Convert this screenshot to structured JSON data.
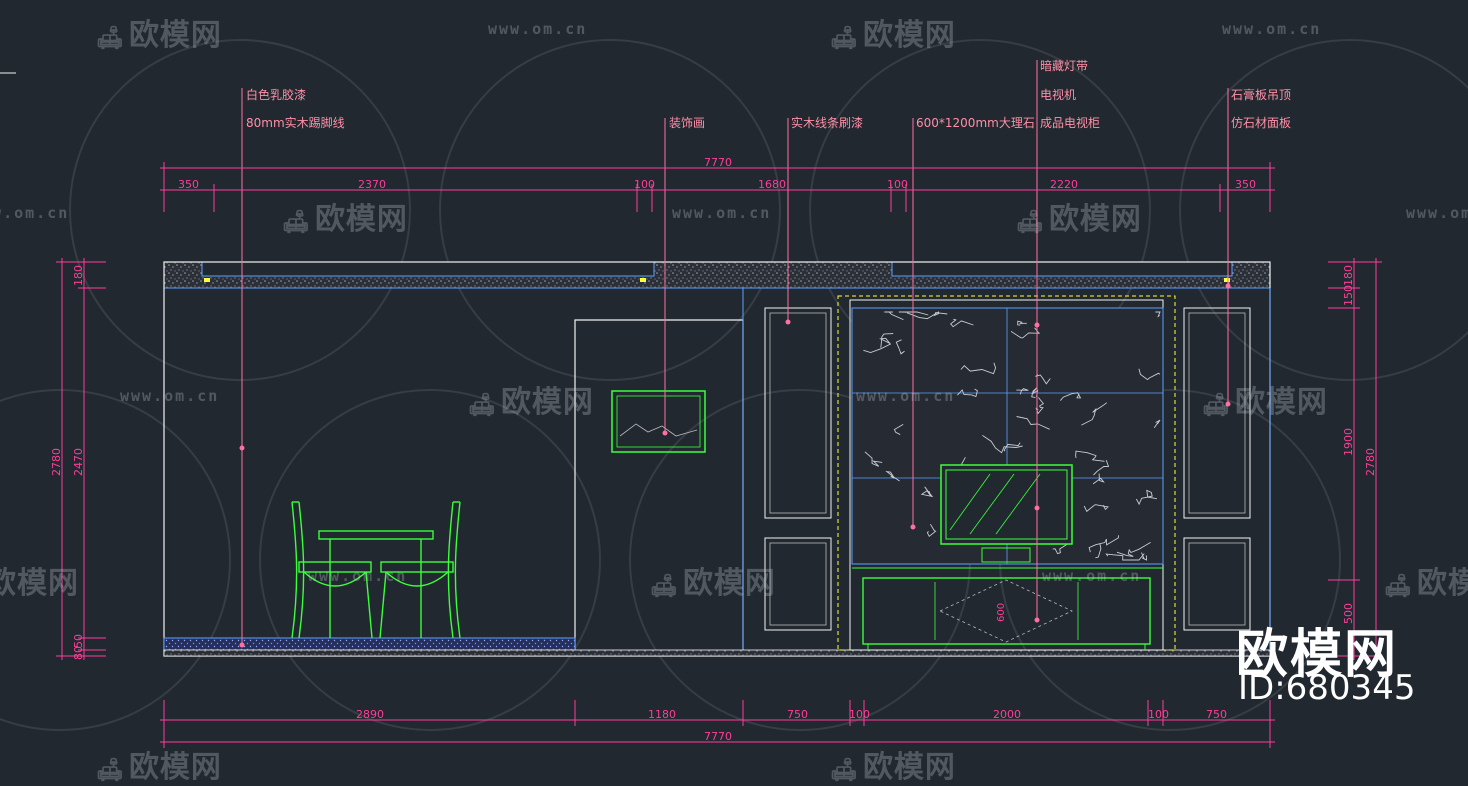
{
  "watermark": {
    "logo_text": "欧模网",
    "url_text": "www.om.cn"
  },
  "brand": {
    "logo_text": "欧模网",
    "id_text": "ID:680345"
  },
  "callouts": [
    {
      "text": "白色乳胶漆"
    },
    {
      "text": "80mm实木踢脚线"
    },
    {
      "text": "装饰画"
    },
    {
      "text": "实木线条刷漆"
    },
    {
      "text": "600*1200mm大理石"
    },
    {
      "text": "暗藏灯带"
    },
    {
      "text": "电视机"
    },
    {
      "text": "成品电视柜"
    },
    {
      "text": "石膏板吊顶"
    },
    {
      "text": "仿石材面板"
    }
  ],
  "dimensions": {
    "top_total": "7770",
    "top_segments": [
      "350",
      "2370",
      "100",
      "1680",
      "100",
      "2220",
      "350"
    ],
    "bottom_total": "7770",
    "bottom_segments": [
      "2890",
      "1180",
      "750",
      "100",
      "2000",
      "100",
      "750"
    ],
    "left_total": "2780",
    "left_segments": [
      "180",
      "2470",
      "50",
      "80"
    ],
    "right_total": "2780",
    "right_segments": [
      "180",
      "150",
      "1900",
      "500"
    ],
    "cabinet_height": "600"
  },
  "colors": {
    "background": "#212830",
    "dimension": "#ff3d9a",
    "callout_text": "#ff8fa6",
    "outline": "#f2f2f2",
    "blue": "#5aa0ff",
    "green": "#3bff3b",
    "yellow": "#ffff3c",
    "grey": "#b8b8b8"
  }
}
